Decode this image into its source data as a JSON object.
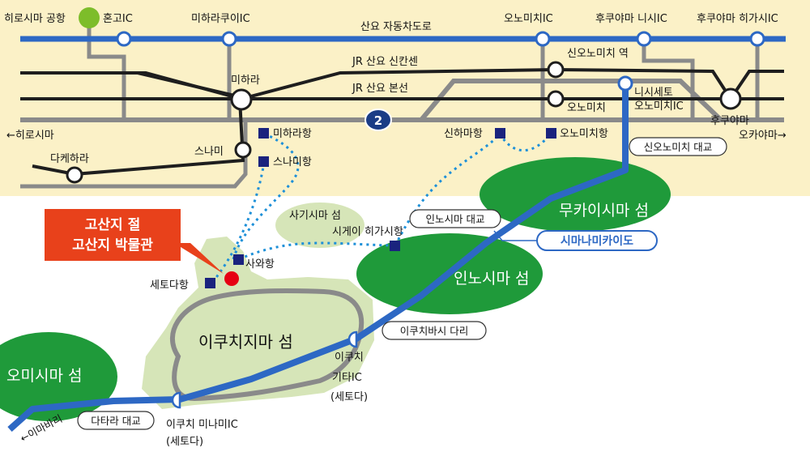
{
  "map": {
    "expressway": "산요 자동차도로",
    "shinkansen": "JR 산요 신칸센",
    "main_line": "JR 산요 본선",
    "route_number": "2",
    "route_name_box": "시마나미카이도",
    "dir_west": "←히로시마",
    "dir_east": "오카야마→",
    "dir_imabari": "←이마바리",
    "places": {
      "airport": "히로시마 공항",
      "hongo_ic": "혼고IC",
      "mihara_kui_ic": "미하라쿠이IC",
      "onomichi_ic": "오노미치IC",
      "fukuyama_nishi_ic": "후쿠야마 니시IC",
      "fukuyama_higashi_ic": "후쿠야마 히가시IC",
      "shin_onomichi_station": "신오노미치 역",
      "mihara": "미하라",
      "nishiseto_ic_1": "니시세토",
      "nishiseto_ic_2": "오노미치IC",
      "onomichi": "오노미치",
      "fukuyama": "후쿠야마",
      "sunami": "스나미",
      "takehara": "다케하라",
      "mihara_port": "미하라항",
      "sunami_port": "스나미항",
      "shinhama_port": "신하마항",
      "onomichi_port": "오노미치항",
      "setoda_port": "세토다항",
      "sawa_port": "사와항",
      "shigei_higashi_port": "시게이 히가시항",
      "sagishima": "사기시마 섬",
      "mukaishima": "무카이시마 섬",
      "innoshima": "인노시마 섬",
      "ikuchijima": "이쿠치지마 섬",
      "omishima": "오미시마 섬",
      "ikuchi_kita_ic_1": "이쿠치",
      "ikuchi_kita_ic_2": "기타IC",
      "ikuchi_kita_ic_3": "(세토다)",
      "ikuchi_minami_ic_1": "이쿠치 미나미IC",
      "ikuchi_minami_ic_2": "(세토다)"
    },
    "bridges": {
      "shin_onomichi": "신오노미치 대교",
      "innoshima": "인노시마 대교",
      "ikuchi": "이쿠치바시 다리",
      "tatara": "다타라 대교"
    },
    "callout_line1": "고산지 절",
    "callout_line2": "고산지 박물관",
    "colors": {
      "mainland": "#FBF1C7",
      "expressway": "#2D68C4",
      "rail": "#1E1E1E",
      "road": "#8A8A8A",
      "ferry": "#1E90D8",
      "port": "#1A237E",
      "island_dark": "#1F9A3A",
      "island_light": "#D6E5B8",
      "callout": "#E8411B",
      "highlight": "#E60012",
      "airport": "#7DBD2A"
    }
  }
}
